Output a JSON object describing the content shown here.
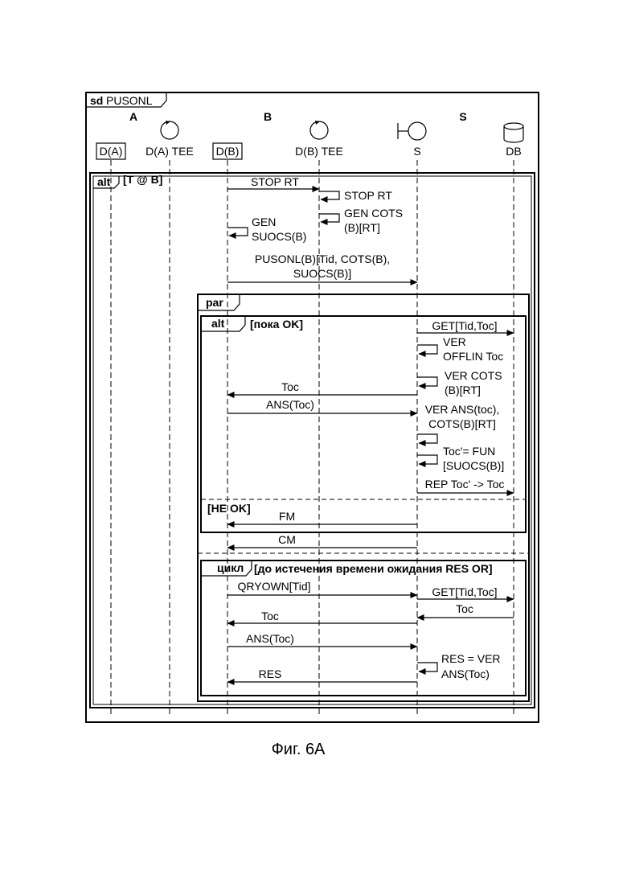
{
  "frame": {
    "keyword": "sd",
    "name": "PUSONL"
  },
  "groups": {
    "a": "A",
    "b": "B",
    "s": "S"
  },
  "lifelines": {
    "da": "D(A)",
    "da_tee": "D(A) TEE",
    "db_dev": "D(B)",
    "db_tee": "D(B) TEE",
    "s": "S",
    "database": "DB"
  },
  "fragments": {
    "alt_outer": {
      "keyword": "alt",
      "guard": "[T @ B]"
    },
    "par": {
      "keyword": "par"
    },
    "alt_inner": {
      "keyword": "alt",
      "guard": "[пока OK]",
      "else_guard": "[НЕ OK]"
    },
    "loop": {
      "keyword": "цикл",
      "guard": "[до истечения времени ожидания RES OR]"
    }
  },
  "messages": {
    "stop_rt": "STOP RT",
    "self_stop_rt": "STOP RT",
    "gen_cots": [
      "GEN COTS",
      "(B)[RT]"
    ],
    "gen_suocs": [
      "GEN",
      "SUOCS(B)"
    ],
    "pusonl": [
      "PUSONL(B)[Tid, COTS(B),",
      "SUOCS(B)]"
    ],
    "get1": "GET[Tid,Toc]",
    "ver_offlin": [
      "VER",
      "OFFLIN Toc"
    ],
    "ver_cots": [
      "VER COTS",
      "(B)[RT]"
    ],
    "toc1": "Toc",
    "ans_toc1": "ANS(Toc)",
    "ver_ans": [
      "VER ANS(toc),",
      "COTS(B)[RT]"
    ],
    "toc_fun": [
      "Toc'= FUN",
      "[SUOCS(B)]"
    ],
    "rep": "REP Toc' -> Toc",
    "fm": "FM",
    "cm": "CM",
    "qryown": "QRYOWN[Tid]",
    "get2": "GET[Tid,Toc]",
    "toc_db": "Toc",
    "toc2": "Toc",
    "ans_toc2": "ANS(Toc)",
    "res_ver": [
      "RES = VER",
      "ANS(Toc)"
    ],
    "res": "RES"
  },
  "caption": "Фиг. 6А"
}
